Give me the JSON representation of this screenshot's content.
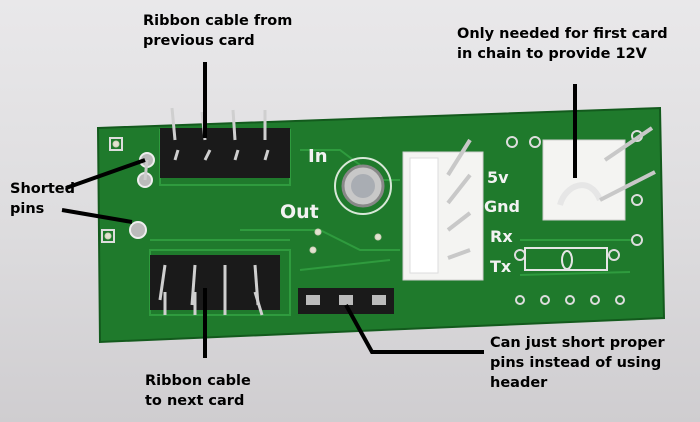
{
  "annotations": {
    "ribbon_from_prev": [
      "Ribbon cable from",
      "previous card"
    ],
    "only_needed": [
      "Only needed for first card",
      "in chain to provide 12V"
    ],
    "shorted_pins": [
      "Shorted",
      "pins"
    ],
    "ribbon_to_next": [
      "Ribbon cable",
      "to next card"
    ],
    "short_proper": [
      "Can just short proper",
      "pins instead of using",
      "header"
    ]
  },
  "silkscreen": {
    "in": "In",
    "out": "Out",
    "v5": "5v",
    "gnd": "Gnd",
    "rx": "Rx",
    "tx": "Tx"
  },
  "colors": {
    "pcb": "#1f7a2c",
    "trace": "#2d8f3a",
    "header": "#1a1a1a",
    "connector": "#f4f4f2"
  }
}
